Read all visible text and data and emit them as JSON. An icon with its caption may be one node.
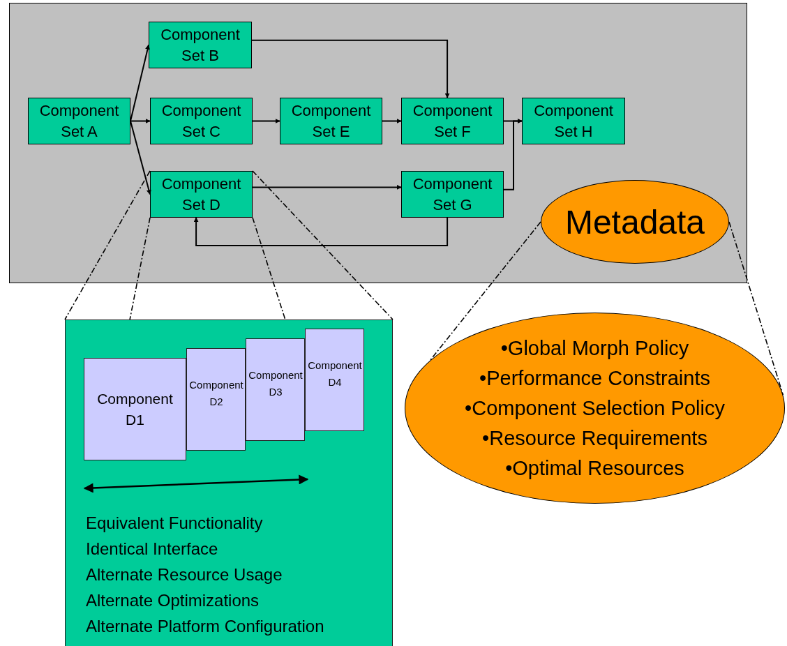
{
  "diagram": {
    "nodes": [
      {
        "text": [],
        "shape": "box"
      },
      {
        "text": [
          "Component Set A"
        ],
        "in": 0
      },
      {
        "text": [
          "Component Set B"
        ],
        "in": 0
      },
      {
        "text": [
          "Component Set C"
        ],
        "in": 0
      },
      {
        "text": [
          "Component Set D"
        ],
        "in": 0
      },
      {
        "text": [
          "Component Set E"
        ],
        "in": 0
      },
      {
        "text": [
          "Component Set F"
        ],
        "in": 0
      },
      {
        "text": [
          "Component Set G"
        ],
        "in": 0
      },
      {
        "text": [
          "Component Set H"
        ],
        "in": 0
      },
      {
        "text": [
          "Metadata"
        ],
        "in": 0
      },
      {
        "text": [
          "Equivalent Functionality",
          "Identical Interface",
          "Alternate Resource Usage",
          "Alternate Optimizations",
          "Alternate Platform Configuration"
        ]
      },
      {
        "text": [
          "Component D1"
        ],
        "in": 10
      },
      {
        "text": [
          "Component D2"
        ],
        "in": 10
      },
      {
        "text": [
          "Component D3"
        ],
        "in": 10
      },
      {
        "text": [
          "Component D4"
        ],
        "in": 10
      },
      {
        "text": [
          "•Global Morph Policy",
          "•Performance Constraints",
          "•Component Selection Policy",
          "•Resource Requirements",
          "•Optimal Resources"
        ]
      }
    ],
    "edges": [
      {
        "from": 1,
        "to": 2,
        "arrow": "to"
      },
      {
        "from": 1,
        "to": 3,
        "arrow": "to"
      },
      {
        "from": 1,
        "to": 4,
        "arrow": "to"
      },
      {
        "from": 2,
        "to": 6,
        "arrow": "to"
      },
      {
        "from": 3,
        "to": 5,
        "arrow": "to"
      },
      {
        "from": 5,
        "to": 6,
        "arrow": "to"
      },
      {
        "from": 6,
        "to": 8,
        "arrow": "to"
      },
      {
        "from": 7,
        "to": 8,
        "arrow": "to"
      },
      {
        "from": 4,
        "to": 7,
        "arrow": "to"
      },
      {
        "from": 7,
        "to": 4,
        "arrow": "to"
      },
      {
        "from": 4,
        "to": 10,
        "arrow": "none",
        "style": "dashed"
      },
      {
        "from": 4,
        "to": 10,
        "arrow": "none",
        "style": "dashed"
      },
      {
        "from": 4,
        "to": 10,
        "arrow": "none",
        "style": "dashed"
      },
      {
        "from": 4,
        "to": 10,
        "arrow": "none",
        "style": "dashed"
      },
      {
        "from": 9,
        "to": 15,
        "arrow": "none",
        "style": "dashed"
      },
      {
        "from": 9,
        "to": 15,
        "arrow": "none",
        "style": "dashed"
      }
    ]
  }
}
